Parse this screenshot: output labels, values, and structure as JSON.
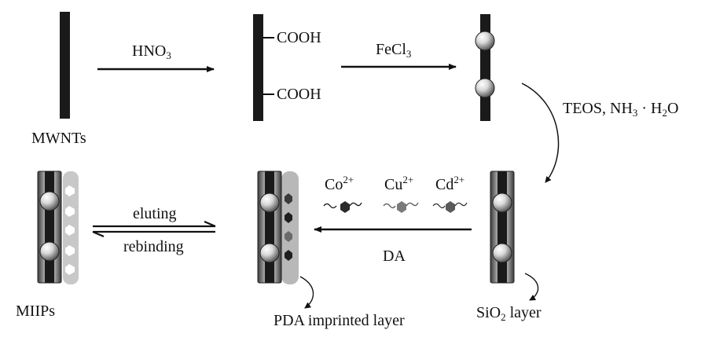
{
  "labels": {
    "mwnts": "MWNTs",
    "hno3_main": "HNO",
    "hno3_sub": "3",
    "cooh_top": "COOH",
    "cooh_bottom": "COOH",
    "fecl3_main": "FeCl",
    "fecl3_sub": "3",
    "teos_a": "TEOS, NH",
    "teos_sub1": "3",
    "teos_b": " · H",
    "teos_sub2": "2",
    "teos_c": "O",
    "co_main": "Co",
    "co_sup": "2+",
    "cu_main": "Cu",
    "cu_sup": "2+",
    "cd_main": "Cd",
    "cd_sup": "2+",
    "eluting": "eluting",
    "rebinding": "rebinding",
    "da": "DA",
    "miips": "MIIPs",
    "pda": "PDA imprinted layer",
    "sio2_a": "SiO",
    "sio2_sub": "2",
    "sio2_b": " layer"
  },
  "colors": {
    "rod": "#1a1a1a",
    "layer_gray": "#b8b8b8",
    "co_ion": "#2a2a2a",
    "cu_ion": "#7a7a7a",
    "cd_ion": "#5a5a5a"
  }
}
